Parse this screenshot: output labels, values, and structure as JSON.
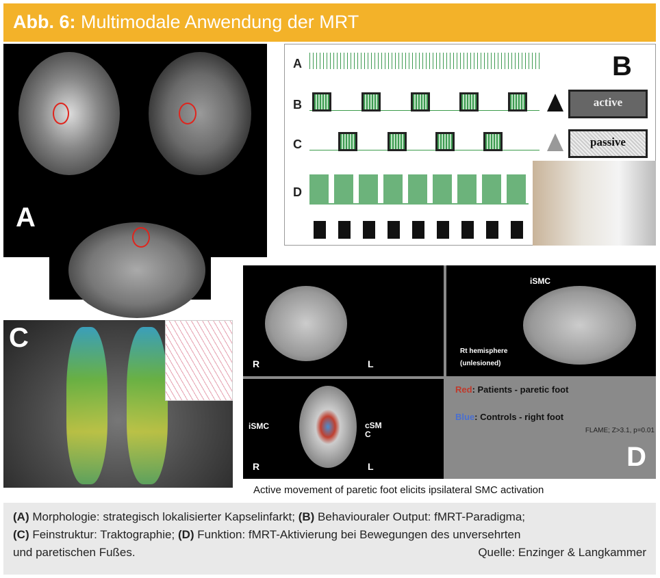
{
  "header": {
    "label": "Abb. 6:",
    "title": "Multimodale Anwendung der MRT"
  },
  "panelA": {
    "letter": "A"
  },
  "panelB": {
    "letter": "B",
    "rows": [
      "A",
      "B",
      "C",
      "D"
    ],
    "active": "active",
    "passive": "passive"
  },
  "panelC": {
    "letter": "C"
  },
  "panelD": {
    "letter": "D",
    "R": "R",
    "L": "L",
    "ismc": "iSMC",
    "csmc": "cSM\nC",
    "hemisphere": "Rt hemisphere",
    "unlesioned": "(unlesioned)",
    "red_key": "Red",
    "red_text": ": Patients - paretic foot",
    "blue_key": "Blue",
    "blue_text": ": Controls - right foot",
    "stats": "FLAME; Z>3.1, p=0.01",
    "colors": {
      "red": "#c0392b",
      "blue": "#4a6fd0"
    }
  },
  "figure_caption": "Active movement of paretic foot elicits ipsilateral SMC activation",
  "caption": {
    "a_label": "(A)",
    "a_text": " Morphologie: strategisch lokalisierter Kapselinfarkt; ",
    "b_label": "(B)",
    "b_text": " Behaviouraler Output: fMRT-Paradigma;",
    "c_label": "(C)",
    "c_text": " Feinstruktur: Traktographie; ",
    "d_label": "(D)",
    "d_text": " Funktion: fMRT-Aktivierung bei Bewegungen des unversehrten",
    "line3": "und paretischen Fußes.",
    "source": "Quelle: Enzinger & Langkammer"
  }
}
